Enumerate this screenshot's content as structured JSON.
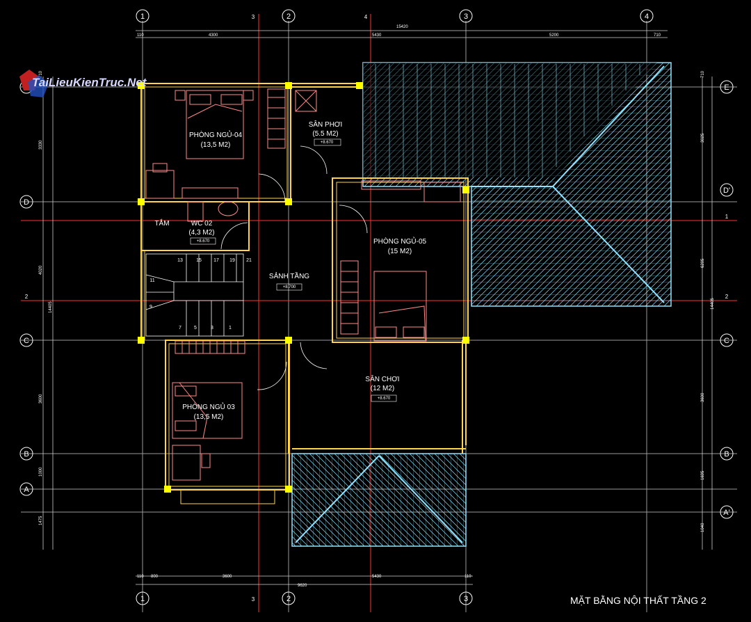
{
  "watermark": "TaiLieuKienTruc.Net",
  "drawing_title": "MẶT BẰNG NỘI THẤT TẦNG 2",
  "grid_top": [
    "1",
    "3",
    "2",
    "4",
    "3",
    "4"
  ],
  "grid_bottom": [
    "1",
    "3",
    "2",
    "3"
  ],
  "grid_left": [
    "E",
    "D",
    "2",
    "C",
    "B",
    "A"
  ],
  "grid_right": [
    "E",
    "D'",
    "1",
    "2",
    "C",
    "B",
    "A'"
  ],
  "dims_top": [
    "110",
    "4300",
    "5430",
    "15420",
    "5200",
    "710"
  ],
  "dims_bottom": [
    "110",
    "800",
    "3600",
    "5430",
    "9620",
    "110"
  ],
  "dims_left": [
    "710",
    "3330",
    "4020",
    "14405",
    "3600",
    "1000",
    "1475"
  ],
  "dims_right": [
    "710",
    "3025",
    "6205",
    "14405",
    "3600",
    "1695",
    "1040"
  ],
  "rooms": [
    {
      "name": "PHÒNG NGỦ-04",
      "area": "(13,5 M2)"
    },
    {
      "name": "SÂN PHƠI",
      "area": "(5.5 M2)",
      "level": "+8.670"
    },
    {
      "name": "TẮM",
      "area": ""
    },
    {
      "name": "WC 02",
      "area": "(4,3 M2)",
      "level": "+8.670"
    },
    {
      "name": "PHÒNG NGỦ-05",
      "area": "(15 M2)"
    },
    {
      "name": "SẢNH TẦNG",
      "area": "",
      "level": "+8.700"
    },
    {
      "name": "SÂN CHƠI",
      "area": "(12 M2)",
      "level": "+8.670"
    },
    {
      "name": "PHÒNG NGỦ 03",
      "area": "(13,5 M2)"
    }
  ],
  "stair_steps": [
    "13",
    "15",
    "17",
    "19",
    "21",
    "11",
    "9",
    "7",
    "5",
    "3",
    "1"
  ],
  "colors": {
    "wall": "#ffd34a",
    "furniture": "#ff8a8a",
    "grid_red": "#ff3030",
    "grid_gray": "#9a9a9a",
    "roof": "#8fe3ff",
    "column": "#ffff00",
    "text": "#ffffff"
  }
}
